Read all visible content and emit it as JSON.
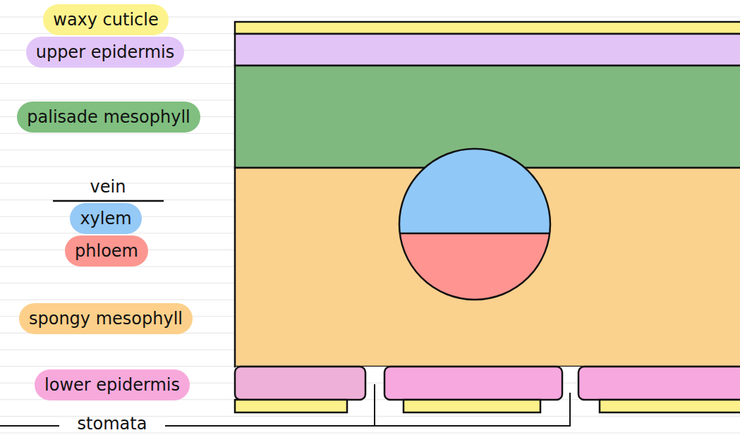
{
  "diagram": {
    "nodes": [
      {
        "text": [
          "waxy cuticle"
        ]
      },
      {
        "text": [
          "upper epidermis"
        ]
      },
      {
        "text": [
          "palisade mesophyll"
        ]
      },
      {
        "text": [
          "xylem"
        ]
      },
      {
        "text": [
          "phloem"
        ]
      },
      {
        "text": [
          "spongy mesophyll"
        ]
      },
      {
        "text": [
          "lower epidermis"
        ]
      }
    ],
    "labels": [
      "vein",
      "stomata"
    ]
  }
}
